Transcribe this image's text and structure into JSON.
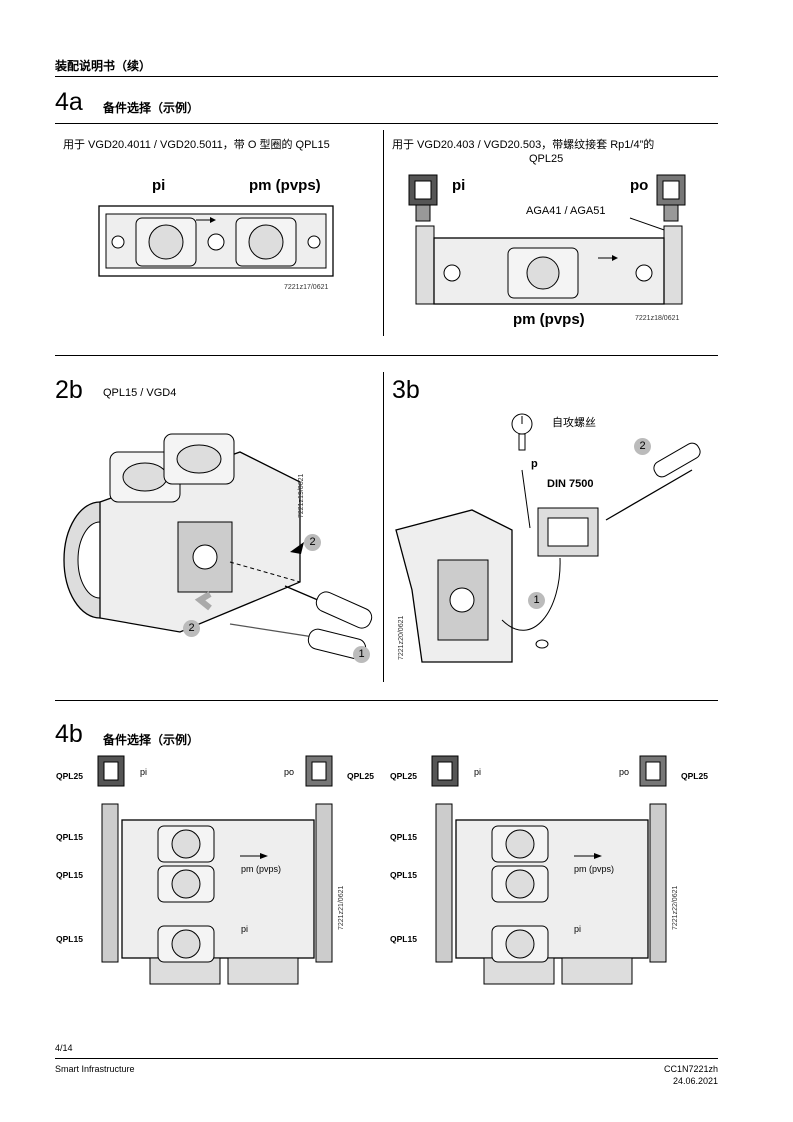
{
  "header": {
    "title": "装配说明书（续）"
  },
  "sec4a": {
    "number": "4a",
    "title": "备件选择（示例）",
    "left": {
      "caption": "用于 VGD20.4011 / VGD20.5011，带 O 型圈的 QPL15",
      "p_i": "pi",
      "p_m": "pm (pvps)",
      "code": "7221z17/0621"
    },
    "right": {
      "caption_line1": "用于 VGD20.403 / VGD20.503，带螺纹接套 Rp1/4”的",
      "caption_line2": "QPL25",
      "p_i": "pi",
      "p_o": "po",
      "aga": "AGA41 / AGA51",
      "p_m": "pm (pvps)",
      "code": "7221z18/0621"
    }
  },
  "sec2b": {
    "number": "2b",
    "subtitle": "QPL15 / VGD4",
    "code": "7221z19/0621",
    "step1": "1",
    "step2a": "2",
    "step2b": "2"
  },
  "sec3b": {
    "number": "3b",
    "screw_label": "自攻螺丝",
    "p_label": "p",
    "din": "DIN 7500",
    "step1": "1",
    "step2": "2",
    "code": "7221z20/0621"
  },
  "sec4b": {
    "number": "4b",
    "title": "备件选择（示例）",
    "left": {
      "qpl25_left": "QPL25",
      "qpl25_right": "QPL25",
      "qpl15_a": "QPL15",
      "qpl15_b": "QPL15",
      "qpl15_c": "QPL15",
      "p_i_top": "pi",
      "p_o_top": "po",
      "p_m": "pm (pvps)",
      "p_i_bottom": "pi",
      "code": "7221z21/0621"
    },
    "right": {
      "qpl25_left": "QPL25",
      "qpl25_right": "QPL25",
      "qpl15_a": "QPL15",
      "qpl15_b": "QPL15",
      "qpl15_c": "QPL15",
      "p_i_top": "pi",
      "p_o_top": "po",
      "p_m": "pm (pvps)",
      "p_i_bottom": "pi",
      "code": "7221z22/0621"
    }
  },
  "footer": {
    "page": "4/14",
    "company": "Smart Infrastructure",
    "doc_id": "CC1N7221zh",
    "date": "24.06.2021"
  }
}
